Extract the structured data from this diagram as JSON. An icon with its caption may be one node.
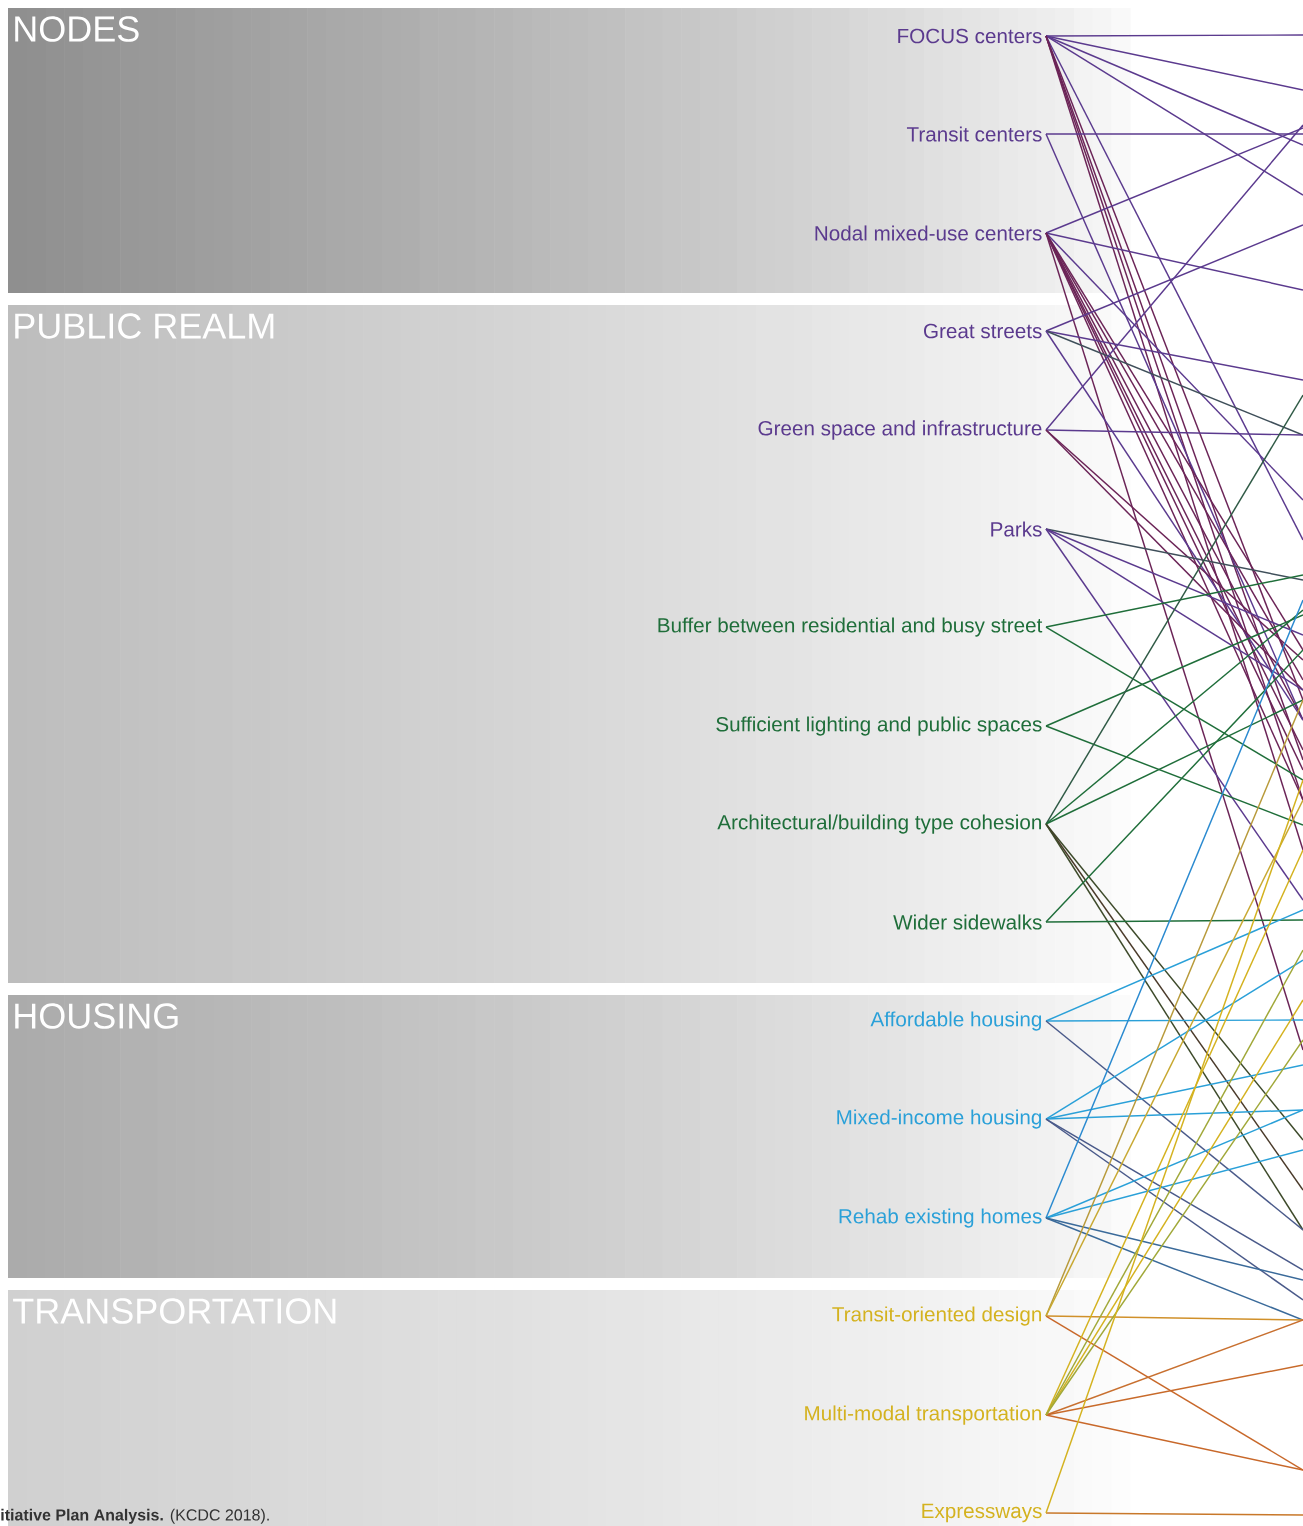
{
  "diagram": {
    "caption": "**itiative Plan Analysis.** (KCDC 2018).",
    "nodes": [
      {
        "text": [
          "NODES"
        ]
      },
      {
        "text": [
          "FOCUS centers"
        ],
        "in": 0
      },
      {
        "text": [
          "Transit centers"
        ],
        "in": 0
      },
      {
        "text": [
          "Nodal mixed-use centers"
        ],
        "in": 0
      },
      {
        "text": [
          "PUBLIC REALM"
        ]
      },
      {
        "text": [
          "Great streets"
        ],
        "in": 4
      },
      {
        "text": [
          "Green space and infrastructure"
        ],
        "in": 4
      },
      {
        "text": [
          "Parks"
        ],
        "in": 4
      },
      {
        "text": [
          "Buffer between residential and busy street"
        ],
        "in": 4
      },
      {
        "text": [
          "Sufficient lighting and public spaces"
        ],
        "in": 4
      },
      {
        "text": [
          "Architectural/building type cohesion"
        ],
        "in": 4
      },
      {
        "text": [
          "Wider sidewalks"
        ],
        "in": 4
      },
      {
        "text": [
          "HOUSING"
        ]
      },
      {
        "text": [
          "Affordable housing"
        ],
        "in": 12
      },
      {
        "text": [
          "Mixed-income housing"
        ],
        "in": 12
      },
      {
        "text": [
          "Rehab existing homes"
        ],
        "in": 12
      },
      {
        "text": [
          "TRANSPORTATION"
        ]
      },
      {
        "text": [
          "Transit-oriented design"
        ],
        "in": 16
      },
      {
        "text": [
          "Multi-modal transportation"
        ],
        "in": 16
      },
      {
        "text": [
          "Expressways"
        ],
        "in": 16
      }
    ],
    "edges": [
      {
        "from": 1,
        "to": null,
        "arrow": "none"
      },
      {
        "from": 1,
        "to": null,
        "arrow": "none"
      },
      {
        "from": 1,
        "to": null,
        "arrow": "none"
      },
      {
        "from": 1,
        "to": null,
        "arrow": "none"
      },
      {
        "from": 1,
        "to": null,
        "arrow": "none"
      },
      {
        "from": 1,
        "to": null,
        "arrow": "none",
        "color": "#6b2457"
      },
      {
        "from": 1,
        "to": null,
        "arrow": "none",
        "color": "#6b2457"
      },
      {
        "from": 1,
        "to": null,
        "arrow": "none",
        "color": "#6b2457"
      },
      {
        "from": 1,
        "to": null,
        "arrow": "none",
        "color": "#6b2457"
      },
      {
        "from": 2,
        "to": null,
        "arrow": "none"
      },
      {
        "from": 2,
        "to": null,
        "arrow": "none"
      },
      {
        "from": 3,
        "to": null,
        "arrow": "none"
      },
      {
        "from": 3,
        "to": null,
        "arrow": "none"
      },
      {
        "from": 3,
        "to": null,
        "arrow": "none"
      },
      {
        "from": 3,
        "to": null,
        "arrow": "none",
        "color": "#6b2457"
      },
      {
        "from": 3,
        "to": null,
        "arrow": "none",
        "color": "#6b2457"
      },
      {
        "from": 3,
        "to": null,
        "arrow": "none",
        "color": "#6b2457"
      },
      {
        "from": 3,
        "to": null,
        "arrow": "none",
        "color": "#6b2457"
      },
      {
        "from": 3,
        "to": null,
        "arrow": "none",
        "color": "#6b2457"
      },
      {
        "from": 3,
        "to": null,
        "arrow": "none",
        "color": "#6b2457"
      },
      {
        "from": 3,
        "to": null,
        "arrow": "none",
        "color": "#6b2457"
      },
      {
        "from": 5,
        "to": null,
        "arrow": "none"
      },
      {
        "from": 5,
        "to": null,
        "arrow": "none"
      },
      {
        "from": 5,
        "to": null,
        "arrow": "none",
        "color": "#3f4f5a"
      },
      {
        "from": 5,
        "to": null,
        "arrow": "none"
      },
      {
        "from": 6,
        "to": null,
        "arrow": "none"
      },
      {
        "from": 6,
        "to": null,
        "arrow": "none"
      },
      {
        "from": 6,
        "to": null,
        "arrow": "none",
        "color": "#6b2457"
      },
      {
        "from": 6,
        "to": null,
        "arrow": "none",
        "color": "#6b2457"
      },
      {
        "from": 7,
        "to": null,
        "arrow": "none",
        "color": "#3f4f5a"
      },
      {
        "from": 7,
        "to": null,
        "arrow": "none"
      },
      {
        "from": 7,
        "to": null,
        "arrow": "none"
      },
      {
        "from": 7,
        "to": null,
        "arrow": "none"
      },
      {
        "from": 8,
        "to": null,
        "arrow": "none",
        "color": "#1f6e3a"
      },
      {
        "from": 8,
        "to": null,
        "arrow": "none",
        "color": "#1f6e3a"
      },
      {
        "from": 9,
        "to": null,
        "arrow": "none",
        "color": "#1f6e3a"
      },
      {
        "from": 9,
        "to": null,
        "arrow": "none",
        "color": "#1f6e3a"
      },
      {
        "from": 10,
        "to": null,
        "arrow": "none",
        "color": "#2f5a45"
      },
      {
        "from": 10,
        "to": null,
        "arrow": "none",
        "color": "#1f6e3a"
      },
      {
        "from": 10,
        "to": null,
        "arrow": "none",
        "color": "#1f6e3a"
      },
      {
        "from": 10,
        "to": null,
        "arrow": "none",
        "color": "#3d4a2a"
      },
      {
        "from": 10,
        "to": null,
        "arrow": "none",
        "color": "#4a3a2a"
      },
      {
        "from": 10,
        "to": null,
        "arrow": "none",
        "color": "#3d4a2a"
      },
      {
        "from": 11,
        "to": null,
        "arrow": "none",
        "color": "#1f6e3a"
      },
      {
        "from": 11,
        "to": null,
        "arrow": "none",
        "color": "#1f6e3a"
      },
      {
        "from": 13,
        "to": null,
        "arrow": "none",
        "color": "#2aa0d8"
      },
      {
        "from": 13,
        "to": null,
        "arrow": "none",
        "color": "#2aa0d8"
      },
      {
        "from": 13,
        "to": null,
        "arrow": "none",
        "color": "#4a5a8a"
      },
      {
        "from": 14,
        "to": null,
        "arrow": "none",
        "color": "#2aa0d8"
      },
      {
        "from": 14,
        "to": null,
        "arrow": "none",
        "color": "#2aa0d8"
      },
      {
        "from": 14,
        "to": null,
        "arrow": "none",
        "color": "#2aa0d8"
      },
      {
        "from": 14,
        "to": null,
        "arrow": "none",
        "color": "#4a5a8a"
      },
      {
        "from": 14,
        "to": null,
        "arrow": "none",
        "color": "#4a5a8a"
      },
      {
        "from": 15,
        "to": null,
        "arrow": "none",
        "color": "#2a8ad0"
      },
      {
        "from": 15,
        "to": null,
        "arrow": "none",
        "color": "#2aa0d8"
      },
      {
        "from": 15,
        "to": null,
        "arrow": "none",
        "color": "#2aa0d8"
      },
      {
        "from": 15,
        "to": null,
        "arrow": "none",
        "color": "#3a6a9a"
      },
      {
        "from": 15,
        "to": null,
        "arrow": "none",
        "color": "#3a6a9a"
      },
      {
        "from": 17,
        "to": null,
        "arrow": "none",
        "color": "#d0902a"
      },
      {
        "from": 17,
        "to": null,
        "arrow": "none",
        "color": "#c8682a"
      },
      {
        "from": 17,
        "to": null,
        "arrow": "none",
        "color": "#b89a3a"
      },
      {
        "from": 17,
        "to": null,
        "arrow": "none",
        "color": "#c8a830"
      },
      {
        "from": 18,
        "to": null,
        "arrow": "none",
        "color": "#c87030"
      },
      {
        "from": 18,
        "to": null,
        "arrow": "none",
        "color": "#c86a2a"
      },
      {
        "from": 18,
        "to": null,
        "arrow": "none",
        "color": "#c8682a"
      },
      {
        "from": 18,
        "to": null,
        "arrow": "none",
        "color": "#d4b21f"
      },
      {
        "from": 18,
        "to": null,
        "arrow": "none",
        "color": "#a0a838"
      },
      {
        "from": 18,
        "to": null,
        "arrow": "none",
        "color": "#d4b21f"
      },
      {
        "from": 18,
        "to": null,
        "arrow": "none",
        "color": "#a0a838"
      },
      {
        "from": 19,
        "to": null,
        "arrow": "none",
        "color": "#c8782a"
      },
      {
        "from": 19,
        "to": null,
        "arrow": "none",
        "color": "#d4b21f"
      }
    ]
  }
}
